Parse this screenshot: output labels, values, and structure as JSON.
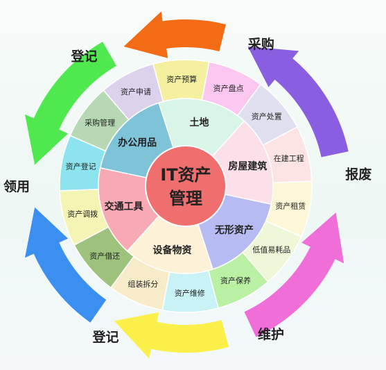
{
  "center": {
    "line1": "IT资产",
    "line2": "管理",
    "color": "#ef6e6e"
  },
  "stages": [
    {
      "id": "caigou",
      "label": "采购",
      "arrow_color": "#8a5ee0"
    },
    {
      "id": "baofei",
      "label": "报废",
      "arrow_color": "#f06ed8"
    },
    {
      "id": "weihu",
      "label": "维护",
      "arrow_color": "#fbf04a"
    },
    {
      "id": "denji2",
      "label": "登记",
      "arrow_color": "#3a8ff0"
    },
    {
      "id": "lingyong",
      "label": "领用",
      "arrow_color": "#4fe84f"
    },
    {
      "id": "denji1",
      "label": "登记",
      "arrow_color": "#f36b14"
    }
  ],
  "inner_categories": [
    {
      "label": "土地",
      "color": "#d9f5e7"
    },
    {
      "label": "房屋建筑",
      "color": "#fbe0ea"
    },
    {
      "label": "无形资产",
      "color": "#b6bcf2"
    },
    {
      "label": "设备物资",
      "color": "#fdf1d8"
    },
    {
      "label": "交通工具",
      "color": "#f7a9b4"
    },
    {
      "label": "办公用品",
      "color": "#7fc3d9"
    }
  ],
  "outer_items": [
    {
      "label": "资产预算",
      "color": "#f5f0a0"
    },
    {
      "label": "资产盘点",
      "color": "#fbc6f0"
    },
    {
      "label": "资产处置",
      "color": "#dfdff0"
    },
    {
      "label": "在建工程",
      "color": "#fde4e4"
    },
    {
      "label": "资产租赁",
      "color": "#fdf7d8"
    },
    {
      "label": "低值易耗品",
      "color": "#eef7d8"
    },
    {
      "label": "资产保养",
      "color": "#b9f0a4"
    },
    {
      "label": "资产维修",
      "color": "#c9f2f7"
    },
    {
      "label": "组装拆分",
      "color": "#f8ebc9"
    },
    {
      "label": "资产借还",
      "color": "#9ec27c"
    },
    {
      "label": "资产调拨",
      "color": "#f4f4b4"
    },
    {
      "label": "资产登记",
      "color": "#8ee4ee"
    },
    {
      "label": "采购管理",
      "color": "#b6d8b4"
    },
    {
      "label": "资产申请",
      "color": "#dcd2ec"
    }
  ]
}
